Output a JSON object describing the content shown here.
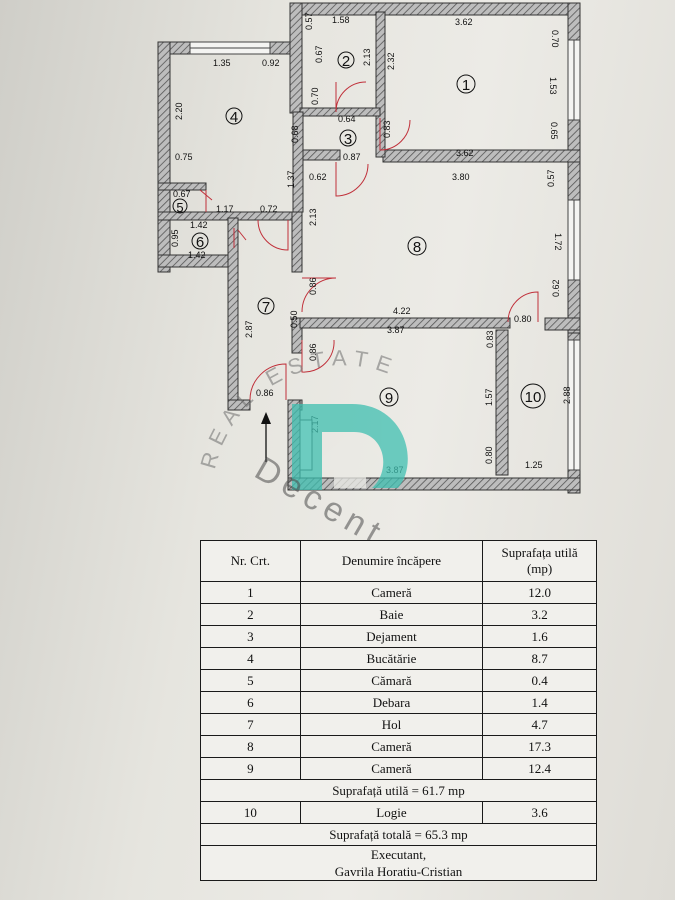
{
  "watermark": {
    "line1": "REAL ESTATE",
    "line2": "Decent"
  },
  "plan": {
    "room_numbers": [
      "1",
      "2",
      "3",
      "4",
      "5",
      "6",
      "7",
      "8",
      "9",
      "10"
    ],
    "dims": {
      "d_057a": "0.57",
      "d_158": "1.58",
      "d_362a": "3.62",
      "d_070a": "0.70",
      "d_067a": "0.67",
      "d_213a": "2.13",
      "d_232": "2.32",
      "d_135": "1.35",
      "d_092": "0.92",
      "d_153": "1.53",
      "d_220": "2.20",
      "d_070b": "0.70",
      "d_064": "0.64",
      "d_065": "0.65",
      "d_068": "0.68",
      "d_083a": "0.83",
      "d_075": "0.75",
      "d_087": "0.87",
      "d_362b": "3.62",
      "d_062a": "0.62",
      "d_380": "3.80",
      "d_057b": "0.57",
      "d_137": "1.37",
      "d_067b": "0.67",
      "d_117": "1.17",
      "d_072": "0.72",
      "d_213b": "2.13",
      "d_142a": "1.42",
      "d_095": "0.95",
      "d_172": "1.72",
      "d_142b": "1.42",
      "d_086a": "0.86",
      "d_062b": "0.62",
      "d_422": "4.22",
      "d_080a": "0.80",
      "d_050": "0.50",
      "d_387a": "3.87",
      "d_083b": "0.83",
      "d_287": "2.87",
      "d_086b": "0.86",
      "d_157": "1.57",
      "d_288": "2.88",
      "d_086c": "0.86",
      "d_217": "2.17",
      "d_080b": "0.80",
      "d_125": "1.25",
      "d_387b": "3.87"
    }
  },
  "table": {
    "headers": {
      "nr": "Nr. Crt.",
      "name": "Denumire încăpere",
      "area_l1": "Suprafața utilă",
      "area_l2": "(mp)"
    },
    "rows": [
      {
        "nr": "1",
        "name": "Cameră",
        "area": "12.0"
      },
      {
        "nr": "2",
        "name": "Baie",
        "area": "3.2"
      },
      {
        "nr": "3",
        "name": "Dejament",
        "area": "1.6"
      },
      {
        "nr": "4",
        "name": "Bucătărie",
        "area": "8.7"
      },
      {
        "nr": "5",
        "name": "Cămară",
        "area": "0.4"
      },
      {
        "nr": "6",
        "name": "Debara",
        "area": "1.4"
      },
      {
        "nr": "7",
        "name": "Hol",
        "area": "4.7"
      },
      {
        "nr": "8",
        "name": "Cameră",
        "area": "17.3"
      },
      {
        "nr": "9",
        "name": "Cameră",
        "area": "12.4"
      }
    ],
    "useful_total": "Suprafață utilă = 61.7 mp",
    "loggia": {
      "nr": "10",
      "name": "Logie",
      "area": "3.6"
    },
    "grand_total": "Suprafață totală = 65.3 mp",
    "footer": {
      "title": "Executant,",
      "name": "Gavrila Horatiu-Cristian"
    }
  }
}
